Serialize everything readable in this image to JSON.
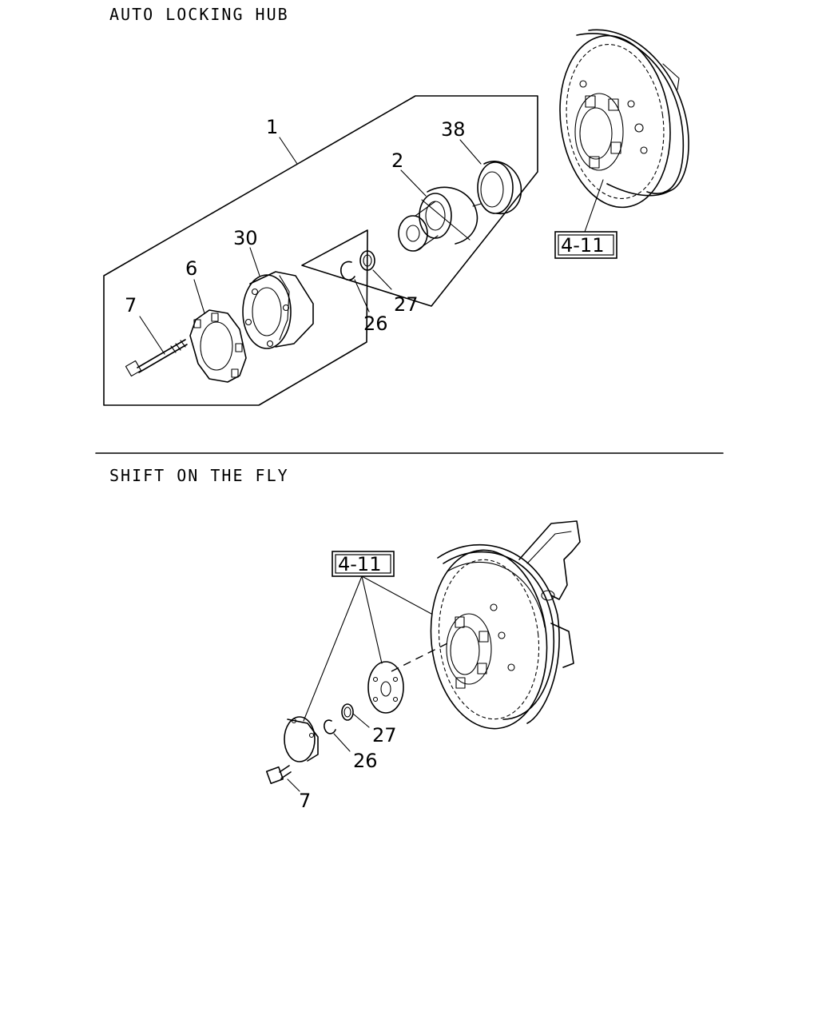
{
  "sections": [
    {
      "title": "AUTO LOCKING HUB",
      "callouts": [
        "1",
        "2",
        "38",
        "30",
        "6",
        "7",
        "26",
        "27"
      ],
      "reference": "4-11"
    },
    {
      "title": "SHIFT ON THE FLY",
      "callouts": [
        "27",
        "26",
        "7"
      ],
      "reference": "4-11"
    }
  ]
}
